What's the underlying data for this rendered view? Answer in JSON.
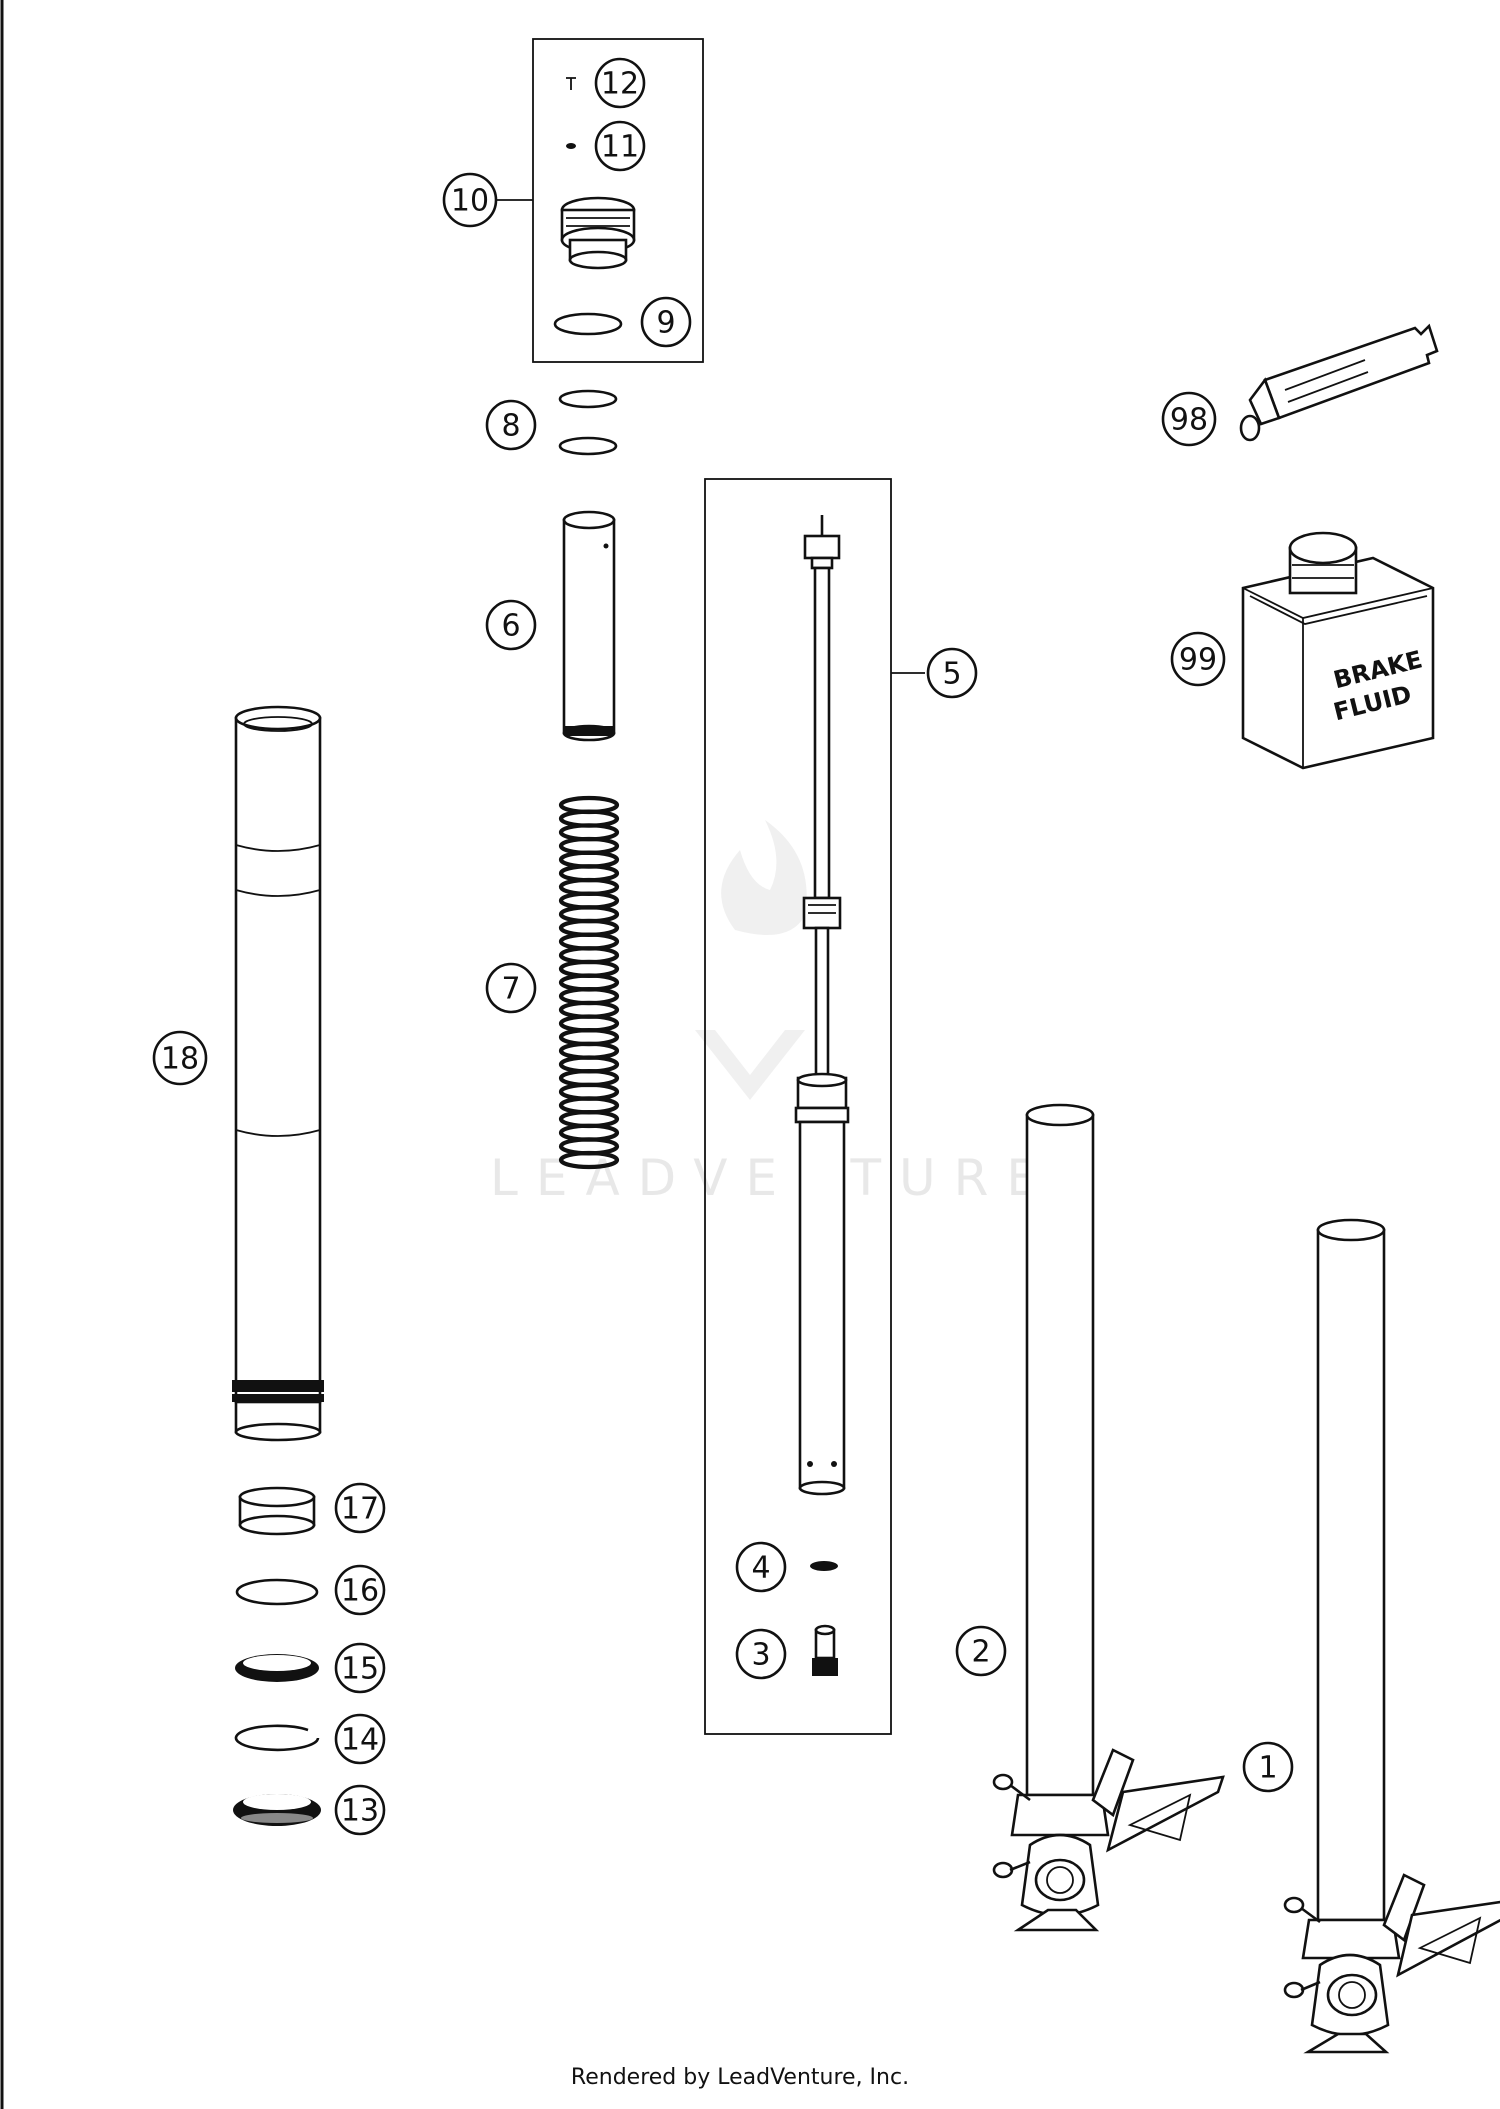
{
  "callouts": {
    "c1": "1",
    "c2": "2",
    "c3": "3",
    "c4": "4",
    "c5": "5",
    "c6": "6",
    "c7": "7",
    "c8": "8",
    "c9": "9",
    "c10": "10",
    "c11": "11",
    "c12": "12",
    "c13": "13",
    "c14": "14",
    "c15": "15",
    "c16": "16",
    "c17": "17",
    "c18": "18",
    "c98": "98",
    "c99": "99"
  },
  "labels": {
    "brake_line1": "BRAKE",
    "brake_line2": "FLUID",
    "watermark": "LEADVENTURE",
    "footer": "Rendered by LeadVenture, Inc."
  },
  "colors": {
    "line": "#111111",
    "background": "#ffffff",
    "watermark": "#e6e6e6"
  }
}
